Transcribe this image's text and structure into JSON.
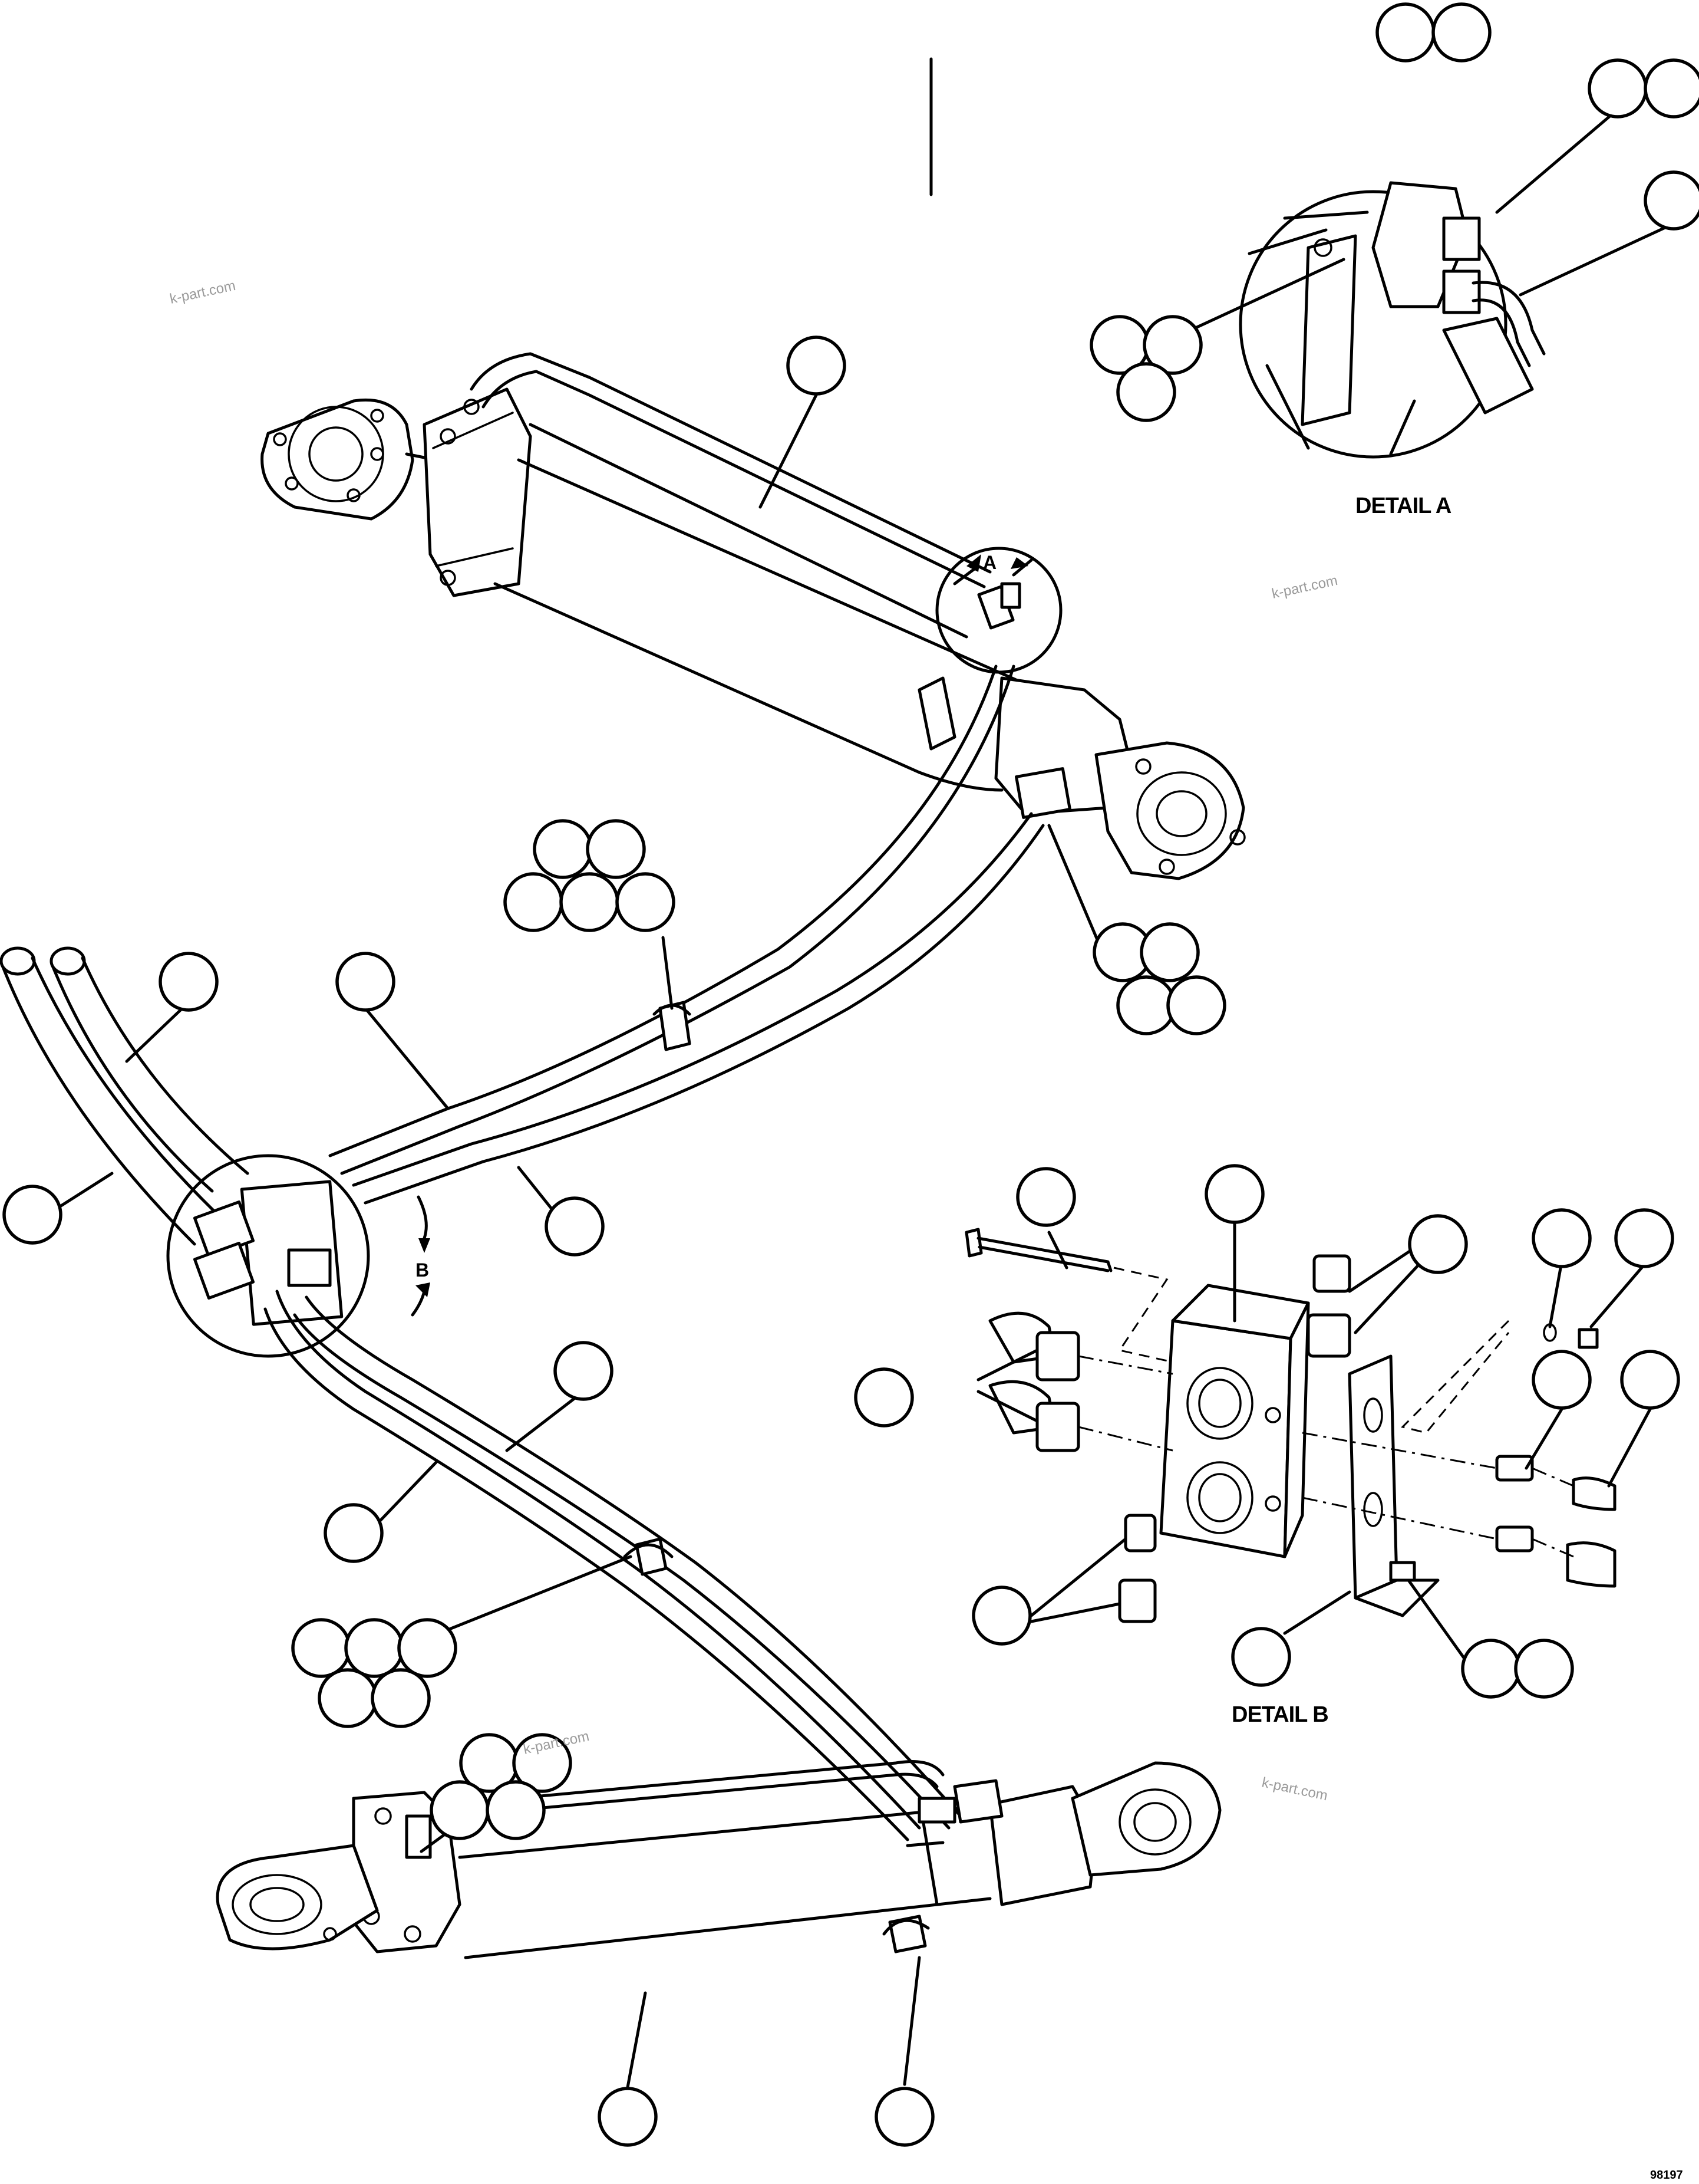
{
  "detail_a": {
    "title": "DETAIL A",
    "marker": "A"
  },
  "detail_b": {
    "title": "DETAIL B",
    "marker": "B"
  },
  "watermark": "k-part.com",
  "drawing_number": "98197"
}
